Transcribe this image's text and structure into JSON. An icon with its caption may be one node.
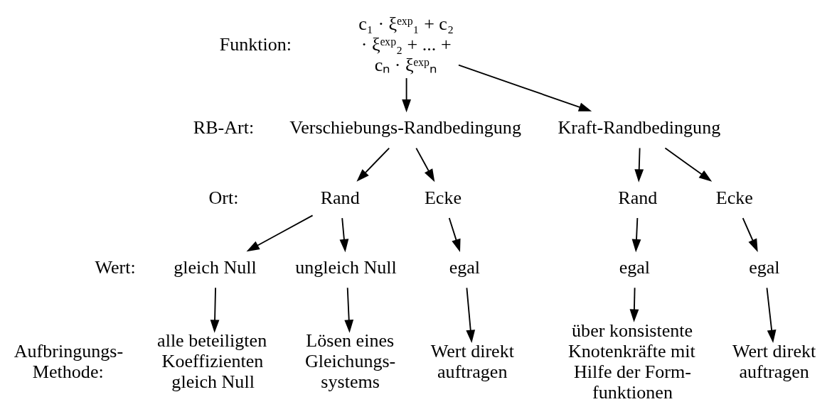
{
  "diagram": {
    "nodes": [
      {
        "text": [
          "c₁ · ξᵉˣᵖ₁ + c₂ · ξᵉˣᵖ₂ + ... + cₙ · ξᵉˣᵖₙ"
        ]
      },
      {
        "text": [
          "Verschiebungs-Randbedingung"
        ]
      },
      {
        "text": [
          "Kraft-Randbedingung"
        ]
      },
      {
        "text": [
          "Rand"
        ]
      },
      {
        "text": [
          "Ecke"
        ]
      },
      {
        "text": [
          "Rand"
        ]
      },
      {
        "text": [
          "Ecke"
        ]
      },
      {
        "text": [
          "gleich Null"
        ]
      },
      {
        "text": [
          "ungleich Null"
        ]
      },
      {
        "text": [
          "egal"
        ]
      },
      {
        "text": [
          "egal"
        ]
      },
      {
        "text": [
          "egal"
        ]
      },
      {
        "text": [
          "alle beteiligten Koeffizienten gleich Null"
        ]
      },
      {
        "text": [
          "Lösen eines Gleichungs- systems"
        ]
      },
      {
        "text": [
          "Wert direkt auftragen"
        ]
      },
      {
        "text": [
          "über konsistente Knotenkräfte mit Hilfe der Form- funktionen"
        ]
      },
      {
        "text": [
          "Wert direkt auftragen"
        ]
      }
    ],
    "edges": [
      {
        "from": 0,
        "to": 1,
        "arrow": "to"
      },
      {
        "from": 0,
        "to": 2,
        "arrow": "to"
      },
      {
        "from": 1,
        "to": 3,
        "arrow": "to"
      },
      {
        "from": 1,
        "to": 4,
        "arrow": "to"
      },
      {
        "from": 2,
        "to": 5,
        "arrow": "to"
      },
      {
        "from": 2,
        "to": 6,
        "arrow": "to"
      },
      {
        "from": 3,
        "to": 7,
        "arrow": "to"
      },
      {
        "from": 3,
        "to": 8,
        "arrow": "to"
      },
      {
        "from": 4,
        "to": 9,
        "arrow": "to"
      },
      {
        "from": 5,
        "to": 10,
        "arrow": "to"
      },
      {
        "from": 6,
        "to": 11,
        "arrow": "to"
      },
      {
        "from": 7,
        "to": 12,
        "arrow": "to"
      },
      {
        "from": 8,
        "to": 13,
        "arrow": "to"
      },
      {
        "from": 9,
        "to": 14,
        "arrow": "to"
      },
      {
        "from": 10,
        "to": 15,
        "arrow": "to"
      },
      {
        "from": 11,
        "to": 16,
        "arrow": "to"
      }
    ],
    "labels": [
      "Funktion:",
      "RB-Art:",
      "Ort:",
      "Wert:",
      "Aufbringungs- Methode:"
    ]
  }
}
